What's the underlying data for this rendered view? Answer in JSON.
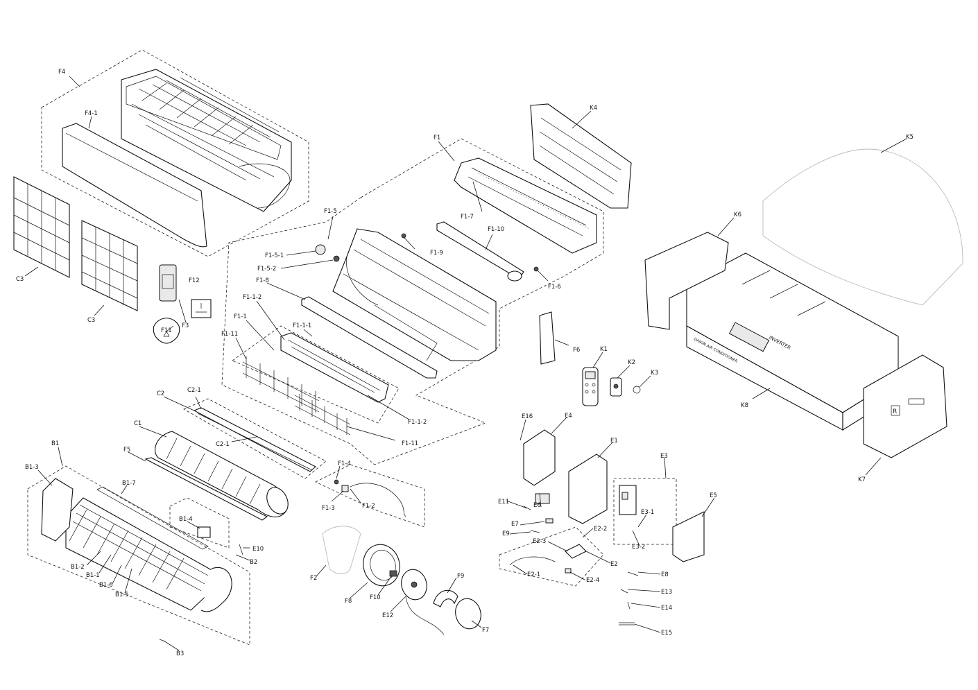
{
  "labels": {
    "F4": "F4",
    "F4_1": "F4-1",
    "C3_a": "C3",
    "C3_b": "C3",
    "F3": "F3",
    "F11": "F11",
    "F12": "F12",
    "F1_5": "F1-5",
    "F1_5_1": "F1-5-1",
    "F1_5_2": "F1-5-2",
    "F1_8": "F1-8",
    "F1_1_2_a": "F1-1-2",
    "F1_1": "F1-1",
    "F1_1_1": "F1-1-1",
    "F1_11_a": "F1-11",
    "F1_1_2_b": "F1-1-2",
    "F1_11_b": "F1-11",
    "F1": "F1",
    "F1_7": "F1-7",
    "F1_9": "F1-9",
    "F1_10": "F1-10",
    "F1_6": "F1-6",
    "F6": "F6",
    "K4": "K4",
    "K5": "K5",
    "K6": "K6",
    "K8": "K8",
    "K7": "K7",
    "K1": "K1",
    "K2": "K2",
    "K3": "K3",
    "C2": "C2",
    "C2_1_a": "C2-1",
    "C2_1_b": "C2-1",
    "C1": "C1",
    "F5": "F5",
    "F1_4": "F1-4",
    "F1_3": "F1-3",
    "F1_2": "F1-2",
    "B1": "B1",
    "B1_3": "B1-3",
    "B1_7": "B1-7",
    "B1_4": "B1-4",
    "E10": "E10",
    "B2": "B2",
    "B1_2": "B1-2",
    "B1_1": "B1-1",
    "B1_6": "B1-6",
    "B1_5": "B1-5",
    "B3": "B3",
    "F2": "F2",
    "F8": "F8",
    "F10": "F10",
    "E12": "E12",
    "F9": "F9",
    "F7": "F7",
    "E16": "E16",
    "E4": "E4",
    "E1": "E1",
    "E3": "E3",
    "E3_1": "E3-1",
    "E3_2": "E3-2",
    "E6": "E6",
    "E11": "E11",
    "E7": "E7",
    "E9": "E9",
    "E2_2": "E2-2",
    "E2_3": "E2-3",
    "E2": "E2",
    "E2_1": "E2-1",
    "E2_4": "E2-4",
    "E5": "E5",
    "E8": "E8",
    "E13": "E13",
    "E14": "E14",
    "E15": "E15"
  },
  "part_markings": {
    "remote_text": "INVERTER",
    "box_brand": "DAIKIN AIR CONDITIONER",
    "r_mark": "R"
  }
}
